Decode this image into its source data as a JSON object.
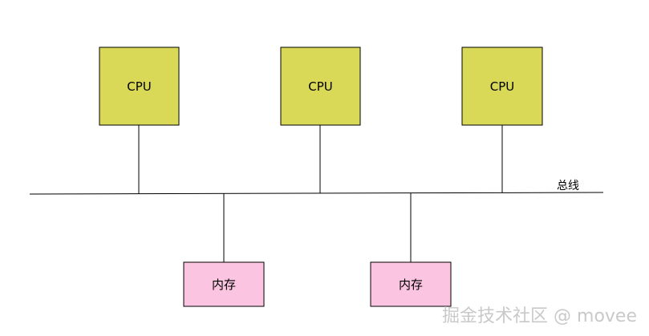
{
  "diagram": {
    "cpus": [
      {
        "label": "CPU"
      },
      {
        "label": "CPU"
      },
      {
        "label": "CPU"
      }
    ],
    "memories": [
      {
        "label": "内存"
      },
      {
        "label": "内存"
      }
    ],
    "bus": {
      "label": "总线"
    },
    "colors": {
      "cpu_fill": "#d9d957",
      "memory_fill": "#fbc4e0",
      "line": "#000000"
    }
  },
  "watermark": {
    "text": "掘金技术社区 @ movee"
  }
}
